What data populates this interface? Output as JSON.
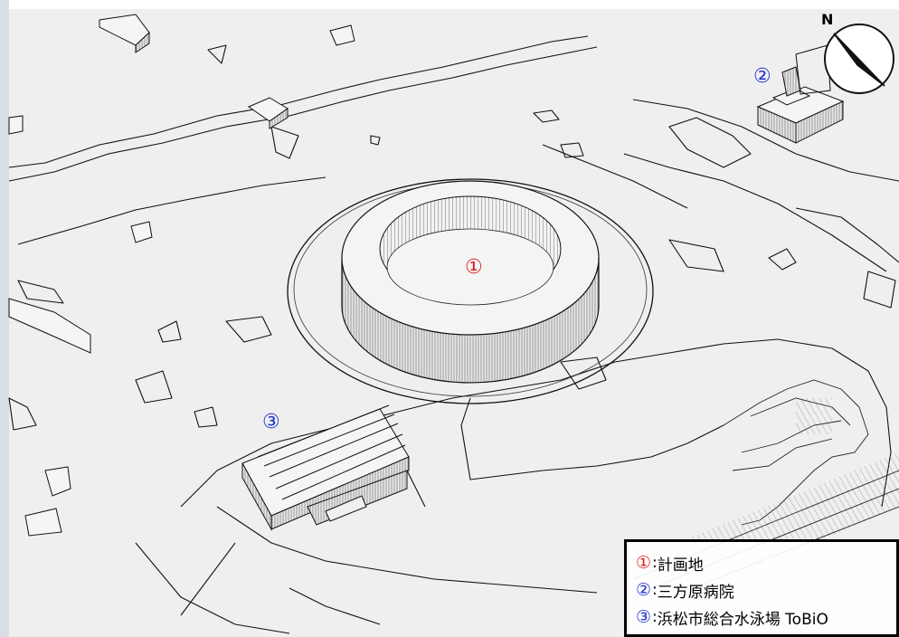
{
  "compass": {
    "north_label": "N"
  },
  "site_markers": [
    {
      "marker": "①",
      "color": "#e02020"
    },
    {
      "marker": "②",
      "color": "#2030d0"
    },
    {
      "marker": "③",
      "color": "#2030d0"
    }
  ],
  "legend": {
    "items": [
      {
        "marker": "①",
        "separator": ":",
        "text": "計画地",
        "color": "#e02020"
      },
      {
        "marker": "②",
        "separator": ":",
        "text": "三方原病院",
        "color": "#2030d0"
      },
      {
        "marker": "③",
        "separator": ":",
        "text": "浜松市総合水泳場 ToBiO",
        "color": "#2030d0"
      }
    ]
  }
}
